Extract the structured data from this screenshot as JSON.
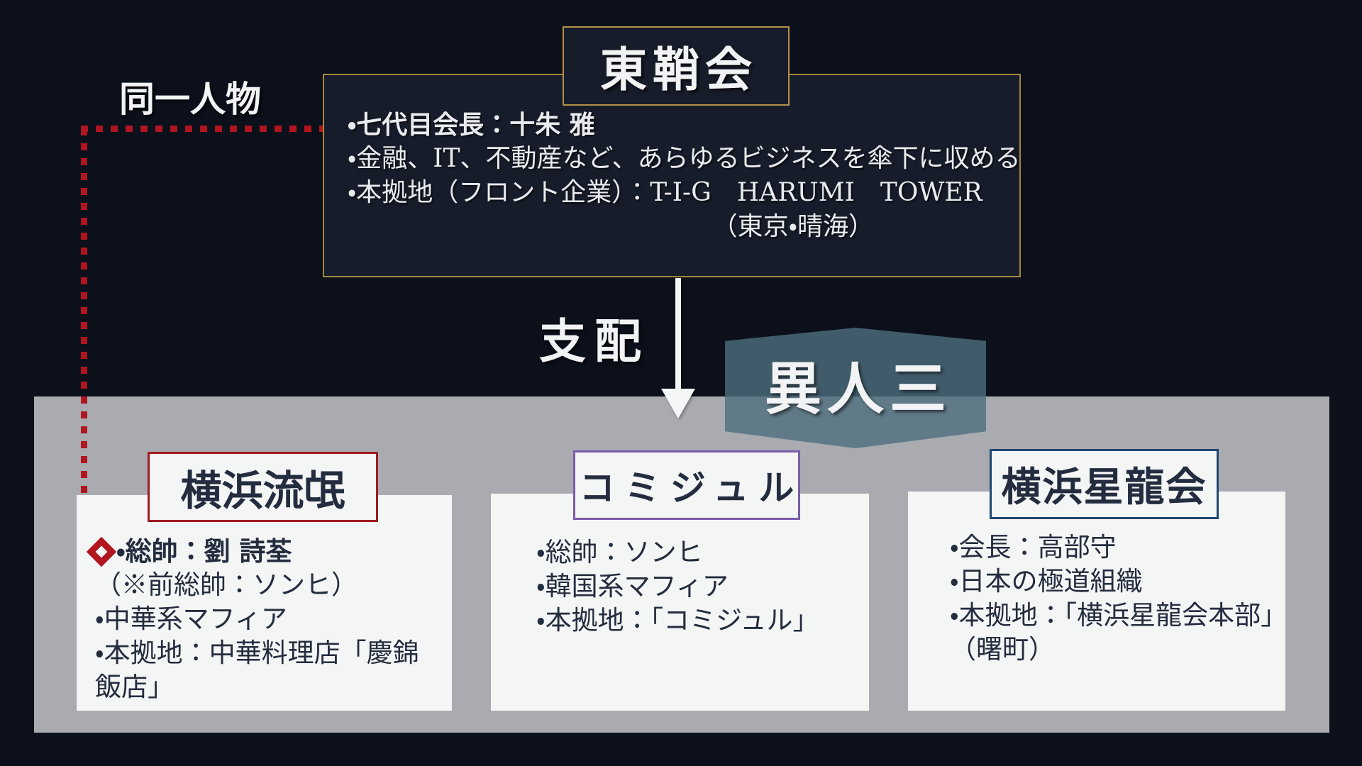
{
  "top_org": {
    "name": "東鞘会",
    "details": [
      "・七代目会長：十朱 雅",
      "・金融、IT、不動産など、あらゆるビジネスを傘下に収める",
      "・本拠地（フロント企業）：T-I-G　HARUMI　TOWER",
      "（東京・晴海）"
    ]
  },
  "connectors": {
    "same_person_label": "同一人物",
    "control_label": "支配"
  },
  "alliance_badge": "異人三",
  "groups": [
    {
      "name": "横浜流氓",
      "accent_color": "#9e1b20",
      "details": [
        "・総帥：劉 詩荃",
        "（※前総帥：ソンヒ）",
        "・中華系マフィア",
        "・本拠地：中華料理店「慶錦飯店」"
      ]
    },
    {
      "name": "コミジュル",
      "accent_color": "#7b5ca8",
      "details": [
        "・総帥：ソンヒ",
        "・韓国系マフィア",
        "・本拠地：「コミジュル」"
      ]
    },
    {
      "name": "横浜星龍会",
      "accent_color": "#1f4670",
      "details": [
        "・会長：高部守",
        "・日本の極道組織",
        "・本拠地：「横浜星龍会本部」（曙町）"
      ]
    }
  ],
  "colors": {
    "background": "#0b101b",
    "panel_gray": "#a9abb0",
    "gold_border": "#a5863c",
    "red_accent": "#b01520",
    "card_background": "#f4f5f5",
    "dark_text": "#242d3f",
    "hexagon_fill": "rgba(78,110,126,0.8)"
  }
}
